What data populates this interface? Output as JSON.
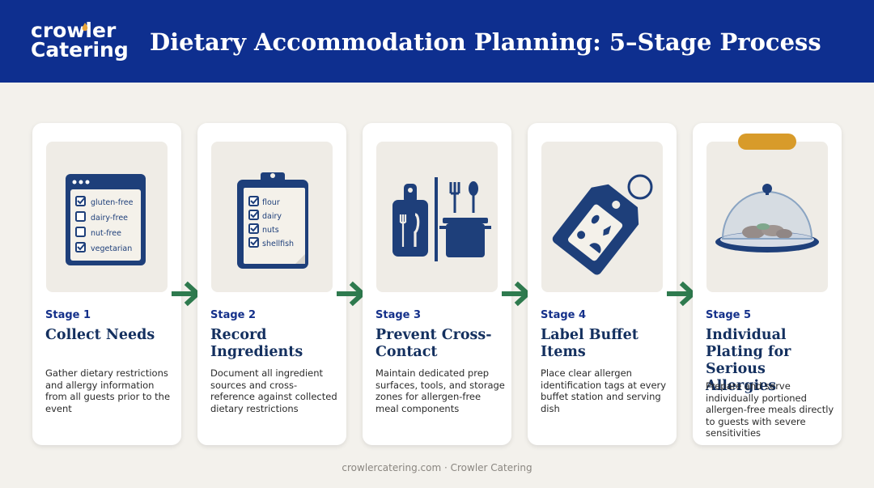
{
  "header": {
    "logo_line1": "crowler",
    "logo_line2": "Catering",
    "title": "Dietary Accommodation Planning: 5–Stage Process"
  },
  "colors": {
    "header_bg": "#0e2f8f",
    "accent_navy": "#1e3f7a",
    "arrow_green": "#2e7a4e",
    "badge_gold": "#d89b2a"
  },
  "stages": [
    {
      "label": "Stage 1",
      "title": "Collect Needs",
      "description": "Gather dietary restrictions and allergy information from all guests prior to the event",
      "icon": "checklist-window-icon",
      "items": [
        "gluten-free",
        "dairy-free",
        "nut-free",
        "vegetarian"
      ]
    },
    {
      "label": "Stage 2",
      "title": "Record Ingredients",
      "description": "Document all ingredient sources and cross-reference against collected dietary restrictions",
      "icon": "clipboard-icon",
      "items": [
        "flour",
        "dairy",
        "nuts",
        "shellfish"
      ]
    },
    {
      "label": "Stage 3",
      "title": "Prevent Cross-Contact",
      "description": "Maintain dedicated prep surfaces, tools, and storage zones for allergen-free meal components",
      "icon": "separated-utensils-icon"
    },
    {
      "label": "Stage 4",
      "title": "Label Buffet Items",
      "description": "Place clear allergen identification tags at every buffet station and serving dish",
      "icon": "allergen-tag-icon"
    },
    {
      "label": "Stage 5",
      "title": "Individual Plating for Serious Allergies",
      "description": "Prepare and serve individually portioned allergen-free meals directly to guests with severe sensitivities",
      "icon": "cloche-plate-icon"
    }
  ],
  "footer": "crowlercatering.com · Crowler Catering"
}
